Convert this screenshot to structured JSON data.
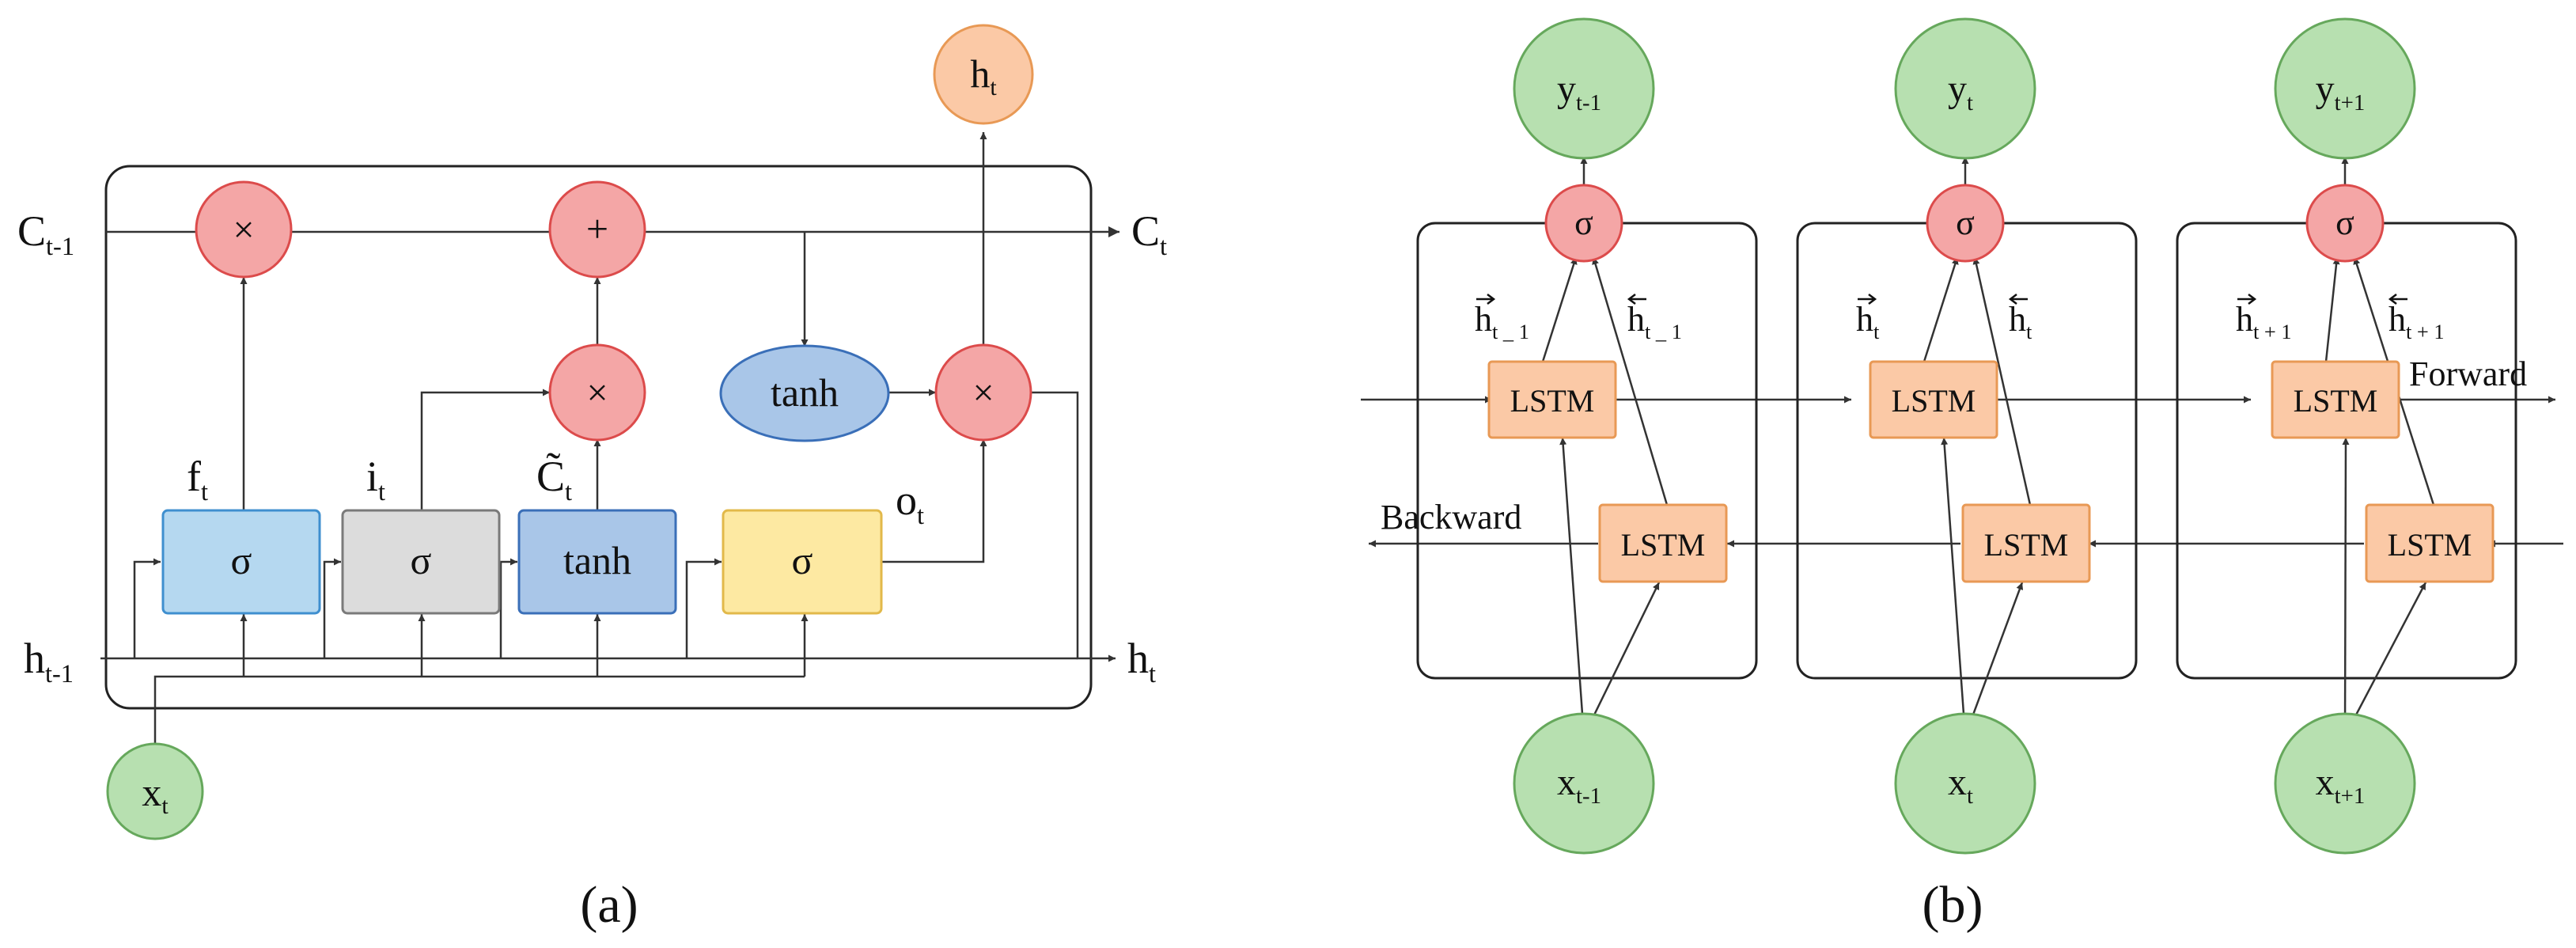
{
  "colors": {
    "red_fill": "#f4a6a6",
    "red_stroke": "#dc4b4b",
    "blue_fill": "#a9c6e8",
    "blue_stroke": "#3a6fb8",
    "lightblue_fill": "#b5d8f0",
    "lightblue_stroke": "#3f8fcf",
    "gray_fill": "#dcdcdc",
    "gray_stroke": "#7a7a7a",
    "yellow_fill": "#fde9a2",
    "yellow_stroke": "#e2b94a",
    "green_fill": "#b7e0b0",
    "green_stroke": "#66a85c",
    "orange_fill": "#fbc9a6",
    "orange_stroke": "#e89955",
    "ellipse_fill": "#a9c6e8",
    "ellipse_stroke": "#3a6fb8",
    "line": "#333333"
  },
  "panel_a": {
    "caption": "(a)",
    "label_c_prev": {
      "main": "C",
      "sub": "t-1"
    },
    "label_c_t": {
      "main": "C",
      "sub": "t"
    },
    "label_h_prev": {
      "main": "h",
      "sub": "t-1"
    },
    "label_h_out_right": {
      "main": "h",
      "sub": "t"
    },
    "label_h_out_top": {
      "main": "h",
      "sub": "t"
    },
    "label_x_t": {
      "main": "x",
      "sub": "t"
    },
    "label_f_t": {
      "main": "f",
      "sub": "t"
    },
    "label_i_t": {
      "main": "i",
      "sub": "t"
    },
    "label_c_tilde": {
      "main": "C̃",
      "sub": "t"
    },
    "label_o_t": {
      "main": "o",
      "sub": "t"
    },
    "gate_forget": "σ",
    "gate_input": "σ",
    "gate_candidate": "tanh",
    "gate_output": "σ",
    "op_mult_forget": "×",
    "op_add": "+",
    "op_mult_input": "×",
    "op_mult_output": "×",
    "op_tanh": "tanh"
  },
  "panel_b": {
    "caption": "(b)",
    "forward_label": "Forward",
    "backward_label": "Backward",
    "lstm_label": "LSTM",
    "sigma_label": "σ",
    "steps": [
      {
        "y": {
          "main": "y",
          "sub": "t-1"
        },
        "x": {
          "main": "x",
          "sub": "t-1"
        },
        "hf": {
          "main": "h",
          "sub": "t _ 1"
        },
        "hb": {
          "main": "h",
          "sub": "t _ 1"
        }
      },
      {
        "y": {
          "main": "y",
          "sub": "t"
        },
        "x": {
          "main": "x",
          "sub": "t"
        },
        "hf": {
          "main": "h",
          "sub": "t"
        },
        "hb": {
          "main": "h",
          "sub": "t"
        }
      },
      {
        "y": {
          "main": "y",
          "sub": "t+1"
        },
        "x": {
          "main": "x",
          "sub": "t+1"
        },
        "hf": {
          "main": "h",
          "sub": "t + 1"
        },
        "hb": {
          "main": "h",
          "sub": "t + 1"
        }
      }
    ]
  }
}
